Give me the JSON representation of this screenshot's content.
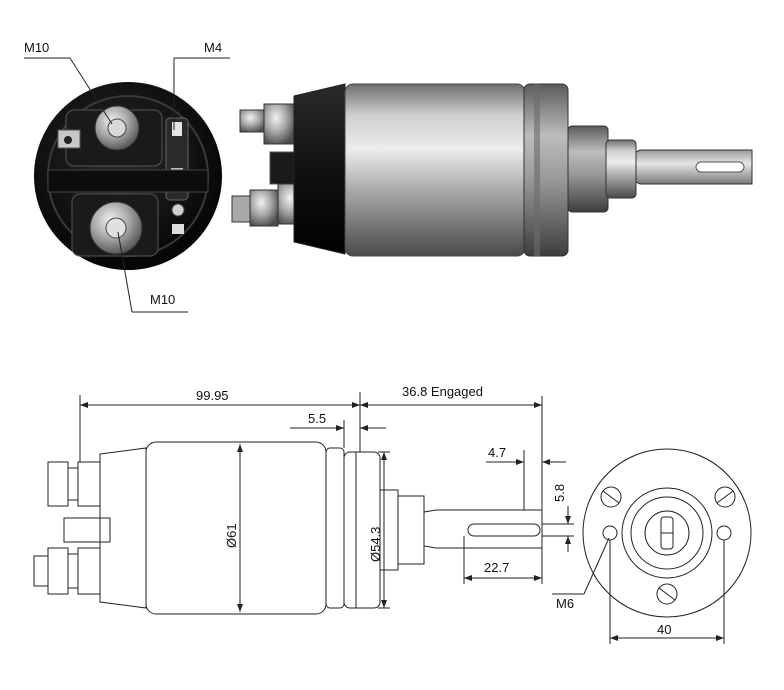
{
  "photo_section": {
    "end_view_labels": {
      "top_left": "M10",
      "top_right": "M4",
      "bottom": "M10"
    }
  },
  "drawing_section": {
    "dimensions": {
      "overall_length": "99.95",
      "engaged_travel": "36.8 Engaged",
      "flange_offset": "5.5",
      "body_diameter": "Ø61",
      "flange_diameter": "Ø54.3",
      "blade_width": "4.7",
      "blade_thickness": "5.8",
      "blade_length": "22.7",
      "mount_thread": "M6",
      "hole_spacing": "40"
    }
  }
}
